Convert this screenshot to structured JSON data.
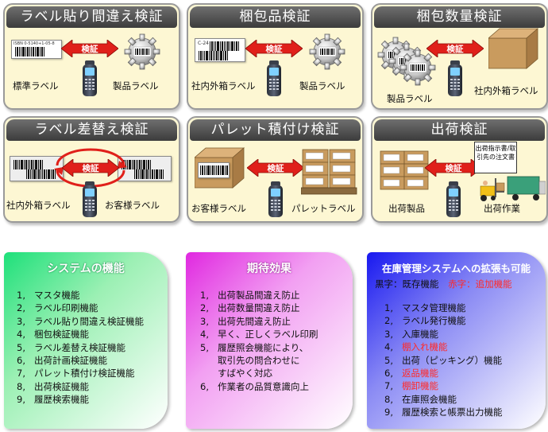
{
  "panels": [
    {
      "title": "ラベル貼り間違え検証",
      "arrow": "検証",
      "left_label": "標準ラベル",
      "right_label": "製品ラベル"
    },
    {
      "title": "梱包品検証",
      "arrow": "検証",
      "left_label": "社内外箱ラベル",
      "right_label": "製品ラベル"
    },
    {
      "title": "梱包数量検証",
      "arrow": "検証",
      "left_label": "製品ラベル",
      "right_label": "社内外箱ラベル"
    },
    {
      "title": "ラベル差替え検証",
      "arrow": "検証",
      "left_label": "社内外箱ラベル",
      "right_label": "お客様ラベル"
    },
    {
      "title": "パレット積付け検証",
      "arrow": "検証",
      "left_label": "お客様ラベル",
      "right_label": "パレットラベル"
    },
    {
      "title": "出荷検証",
      "arrow": "検証",
      "left_label": "出荷製品",
      "right_label": "出荷作業",
      "document_label": "出荷指示書/取引先の注文書"
    }
  ],
  "barcode_text": "ISBN 0-5140+1-05-8",
  "barcode_text_2": "C-24",
  "functions": {
    "title": "システムの機能",
    "items": [
      {
        "n": "1,",
        "text": "マスタ機能"
      },
      {
        "n": "2,",
        "text": "ラベル印刷機能"
      },
      {
        "n": "3,",
        "text": "ラベル貼り間違え検証機能"
      },
      {
        "n": "4,",
        "text": "梱包検証機能"
      },
      {
        "n": "5,",
        "text": "ラベル差替え検証機能"
      },
      {
        "n": "6,",
        "text": "出荷計画検証機能"
      },
      {
        "n": "7,",
        "text": "パレット積付け検証機能"
      },
      {
        "n": "8,",
        "text": "出荷検証機能"
      },
      {
        "n": "9,",
        "text": "履歴検索機能"
      }
    ]
  },
  "effects": {
    "title": "期待効果",
    "items": [
      {
        "n": "1,",
        "text": "出荷製品間違え防止"
      },
      {
        "n": "2,",
        "text": "出荷数量間違え防止"
      },
      {
        "n": "3,",
        "text": "出荷先間違え防止"
      },
      {
        "n": "4,",
        "text": "早く、正しくラベル印刷"
      },
      {
        "n": "5,",
        "text": "履歴照会機能により、",
        "cont": [
          "取引先の問合わせに",
          "すばやく対応"
        ]
      },
      {
        "n": "6,",
        "text": "作業者の品質意識向上"
      }
    ]
  },
  "extension": {
    "title": "在庫管理システムへの拡張も可能",
    "legend_black": "黒字：既存機能",
    "legend_red": "赤字：追加機能",
    "items": [
      {
        "n": "1,",
        "text": "マスタ管理機能",
        "added": false
      },
      {
        "n": "2,",
        "text": "ラベル発行機能",
        "added": false
      },
      {
        "n": "3,",
        "text": "入庫機能",
        "added": false
      },
      {
        "n": "4,",
        "text": "棚入れ機能",
        "added": true
      },
      {
        "n": "5,",
        "text": "出荷（ピッキング）機能",
        "added": false
      },
      {
        "n": "6,",
        "text": "返品機能",
        "added": true
      },
      {
        "n": "7,",
        "text": "棚卸機能",
        "added": true
      },
      {
        "n": "8,",
        "text": "在庫照会機能",
        "added": false
      },
      {
        "n": "9,",
        "text": "履歴検索と帳票出力機能",
        "added": false
      }
    ]
  },
  "colors": {
    "panel_bg": "#fdf7d3",
    "title_bar": "#4a4a4a",
    "arrow_red": "#e0201a",
    "added_text": "#ff2a2a",
    "functions_gradient": [
      "#2de07a",
      "#ffffff"
    ],
    "effects_gradient": [
      "#e02ce0",
      "#ffffff"
    ],
    "extension_gradient": [
      "#2020f0",
      "#ffffff"
    ]
  }
}
